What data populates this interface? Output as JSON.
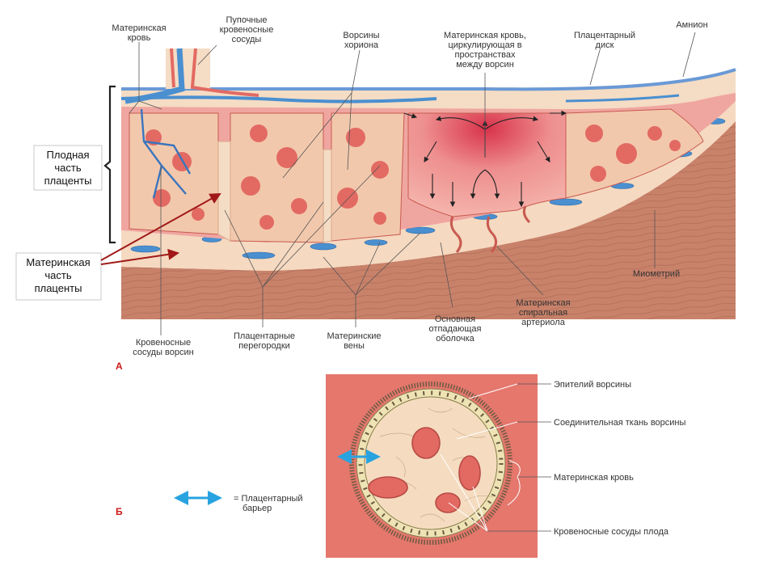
{
  "colors": {
    "maternal_blood": "#f0a6a0",
    "villi": "#e26a63",
    "vein_blue": "#4a8fd0",
    "decidua": "#f5d9c0",
    "myometrium": "#c9826a",
    "panel_red": "#cc1a1a",
    "barrier_arrow": "#29a3e0"
  },
  "panel_a": {
    "letter": "А",
    "labels": {
      "maternal_blood": [
        "Материнская",
        "кровь"
      ],
      "umbilical_vessels": [
        "Пупочные",
        "кровеносные",
        "сосуды"
      ],
      "chorionic_villi": [
        "Ворсины",
        "хориона"
      ],
      "intervillous_blood": [
        "Материнская кровь,",
        "циркулирующая в",
        "пространствах",
        "между ворсин"
      ],
      "chorionic_plate": [
        "Плацентарный",
        "диск"
      ],
      "amnion": "Амнион",
      "fetal_part": [
        "Плодная",
        "часть",
        "плаценты"
      ],
      "maternal_part": [
        "Материнская",
        "часть",
        "плаценты"
      ],
      "myometrium": "Миометрий",
      "villus_vessels": [
        "Кровеносные",
        "сосуды ворсин"
      ],
      "septa": [
        "Плацентарные",
        "перегородки"
      ],
      "maternal_veins": [
        "Материнские",
        "вены"
      ],
      "decidua_basalis": [
        "Основная",
        "отпадающая",
        "оболочка"
      ],
      "spiral_arteriole": [
        "Материнская",
        "спиральная",
        "артериола"
      ]
    }
  },
  "panel_b": {
    "letter": "Б",
    "labels": {
      "villus_epithelium": "Эпителий ворсины",
      "villus_connective": "Соединительная ткань ворсины",
      "maternal_blood": "Материнская кровь",
      "fetal_vessels": "Кровеносные сосуды плода"
    },
    "legend": {
      "barrier": [
        "= Плацентарный",
        "барьер"
      ]
    }
  }
}
